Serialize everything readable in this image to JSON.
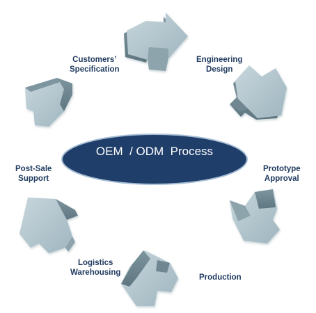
{
  "center": {
    "title": "OEM  / ODM  Process"
  },
  "steps": [
    {
      "line1": "Customers’",
      "line2": "Specification",
      "icon": "arrow-icon"
    },
    {
      "line1": "Engineering",
      "line2": "Design",
      "icon": "arrow-icon"
    },
    {
      "line1": "Prototype",
      "line2": "Approval",
      "icon": "arrow-icon"
    },
    {
      "line1": "Production",
      "line2": "",
      "icon": "arrow-icon"
    },
    {
      "line1": "Logistics",
      "line2": "Warehousing",
      "icon": "arrow-icon"
    },
    {
      "line1": "Post-Sale",
      "line2": "Support",
      "icon": "arrow-icon"
    }
  ],
  "colors": {
    "ellipse_fill": "#1f3e6a",
    "ellipse_stroke": "#a9bfd6",
    "arrow_face": "#b9cbd3",
    "arrow_side": "#6f8791",
    "label_text": "#1f3a5f"
  }
}
